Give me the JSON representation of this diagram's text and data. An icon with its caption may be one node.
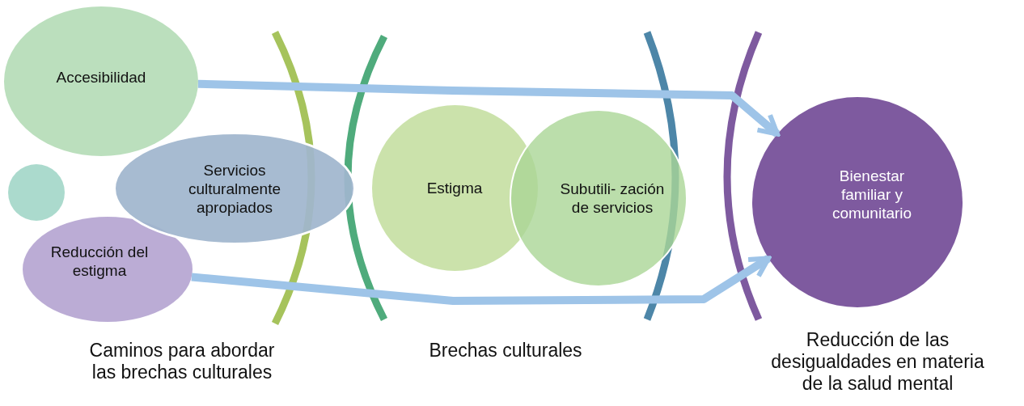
{
  "diagram": {
    "nodes": [
      {
        "text": [
          "Accesibilidad"
        ]
      },
      {
        "text": [
          "Servicios culturalmente apropiados"
        ]
      },
      {
        "text": [],
        "shape": "circle"
      },
      {
        "text": [
          "Reducción del estigma"
        ]
      },
      {
        "text": [
          "Estigma"
        ]
      },
      {
        "text": [
          "Subutili- zación de servicios"
        ]
      },
      {
        "text": [
          "Bienestar familiar y comunitario"
        ]
      }
    ],
    "edges": [
      {
        "from": 0,
        "to": 6,
        "arrow": "to"
      },
      {
        "from": 3,
        "to": 6,
        "arrow": "to"
      }
    ],
    "labels": [
      "Caminos para abordar las brechas culturales",
      "Brechas culturales",
      "Reducción de las desigualdades en materia de la salud mental"
    ]
  }
}
